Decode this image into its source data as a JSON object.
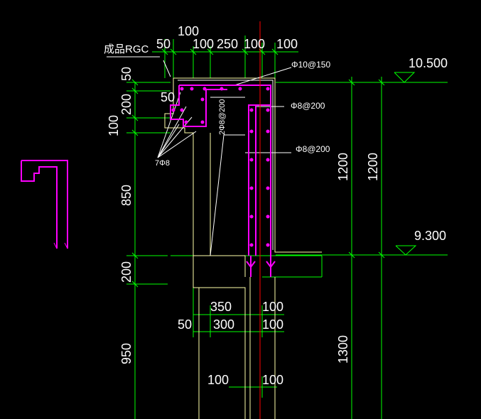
{
  "labels": {
    "product_label": "成品RGC",
    "rebar_top": "Φ10@150",
    "rebar_mid": "Φ8@200",
    "rebar_lower": "Φ8@200",
    "rebar_vertical": "2Φ8@200",
    "corner_bars": "7Φ8"
  },
  "elevations": {
    "top": "10.500",
    "bottom": "9.300"
  },
  "top_dims": {
    "d100_upper": "100",
    "d50": "50",
    "d100_a": "100",
    "d250": "250",
    "d100_b": "100",
    "d100_c": "100"
  },
  "left_dims": {
    "d50": "50",
    "d200": "200",
    "d100": "100",
    "d850": "850",
    "d200_b": "200",
    "d950": "950",
    "inner50": "50"
  },
  "right_dims": {
    "d1200_a": "1200",
    "d1200_b": "1200",
    "d1300": "1300"
  },
  "bottom_dims": {
    "d350": "350",
    "d100_a": "100",
    "d50": "50",
    "d300": "300",
    "d100_b": "100",
    "d100_c": "100",
    "d100_d": "100"
  },
  "colors": {
    "background": "#000000",
    "dimension_lines": "#00ff00",
    "rebar": "#ff00ff",
    "concrete_outline": "#ffffff",
    "center_line": "#ff0000",
    "alt_outline": "#ffff66"
  }
}
